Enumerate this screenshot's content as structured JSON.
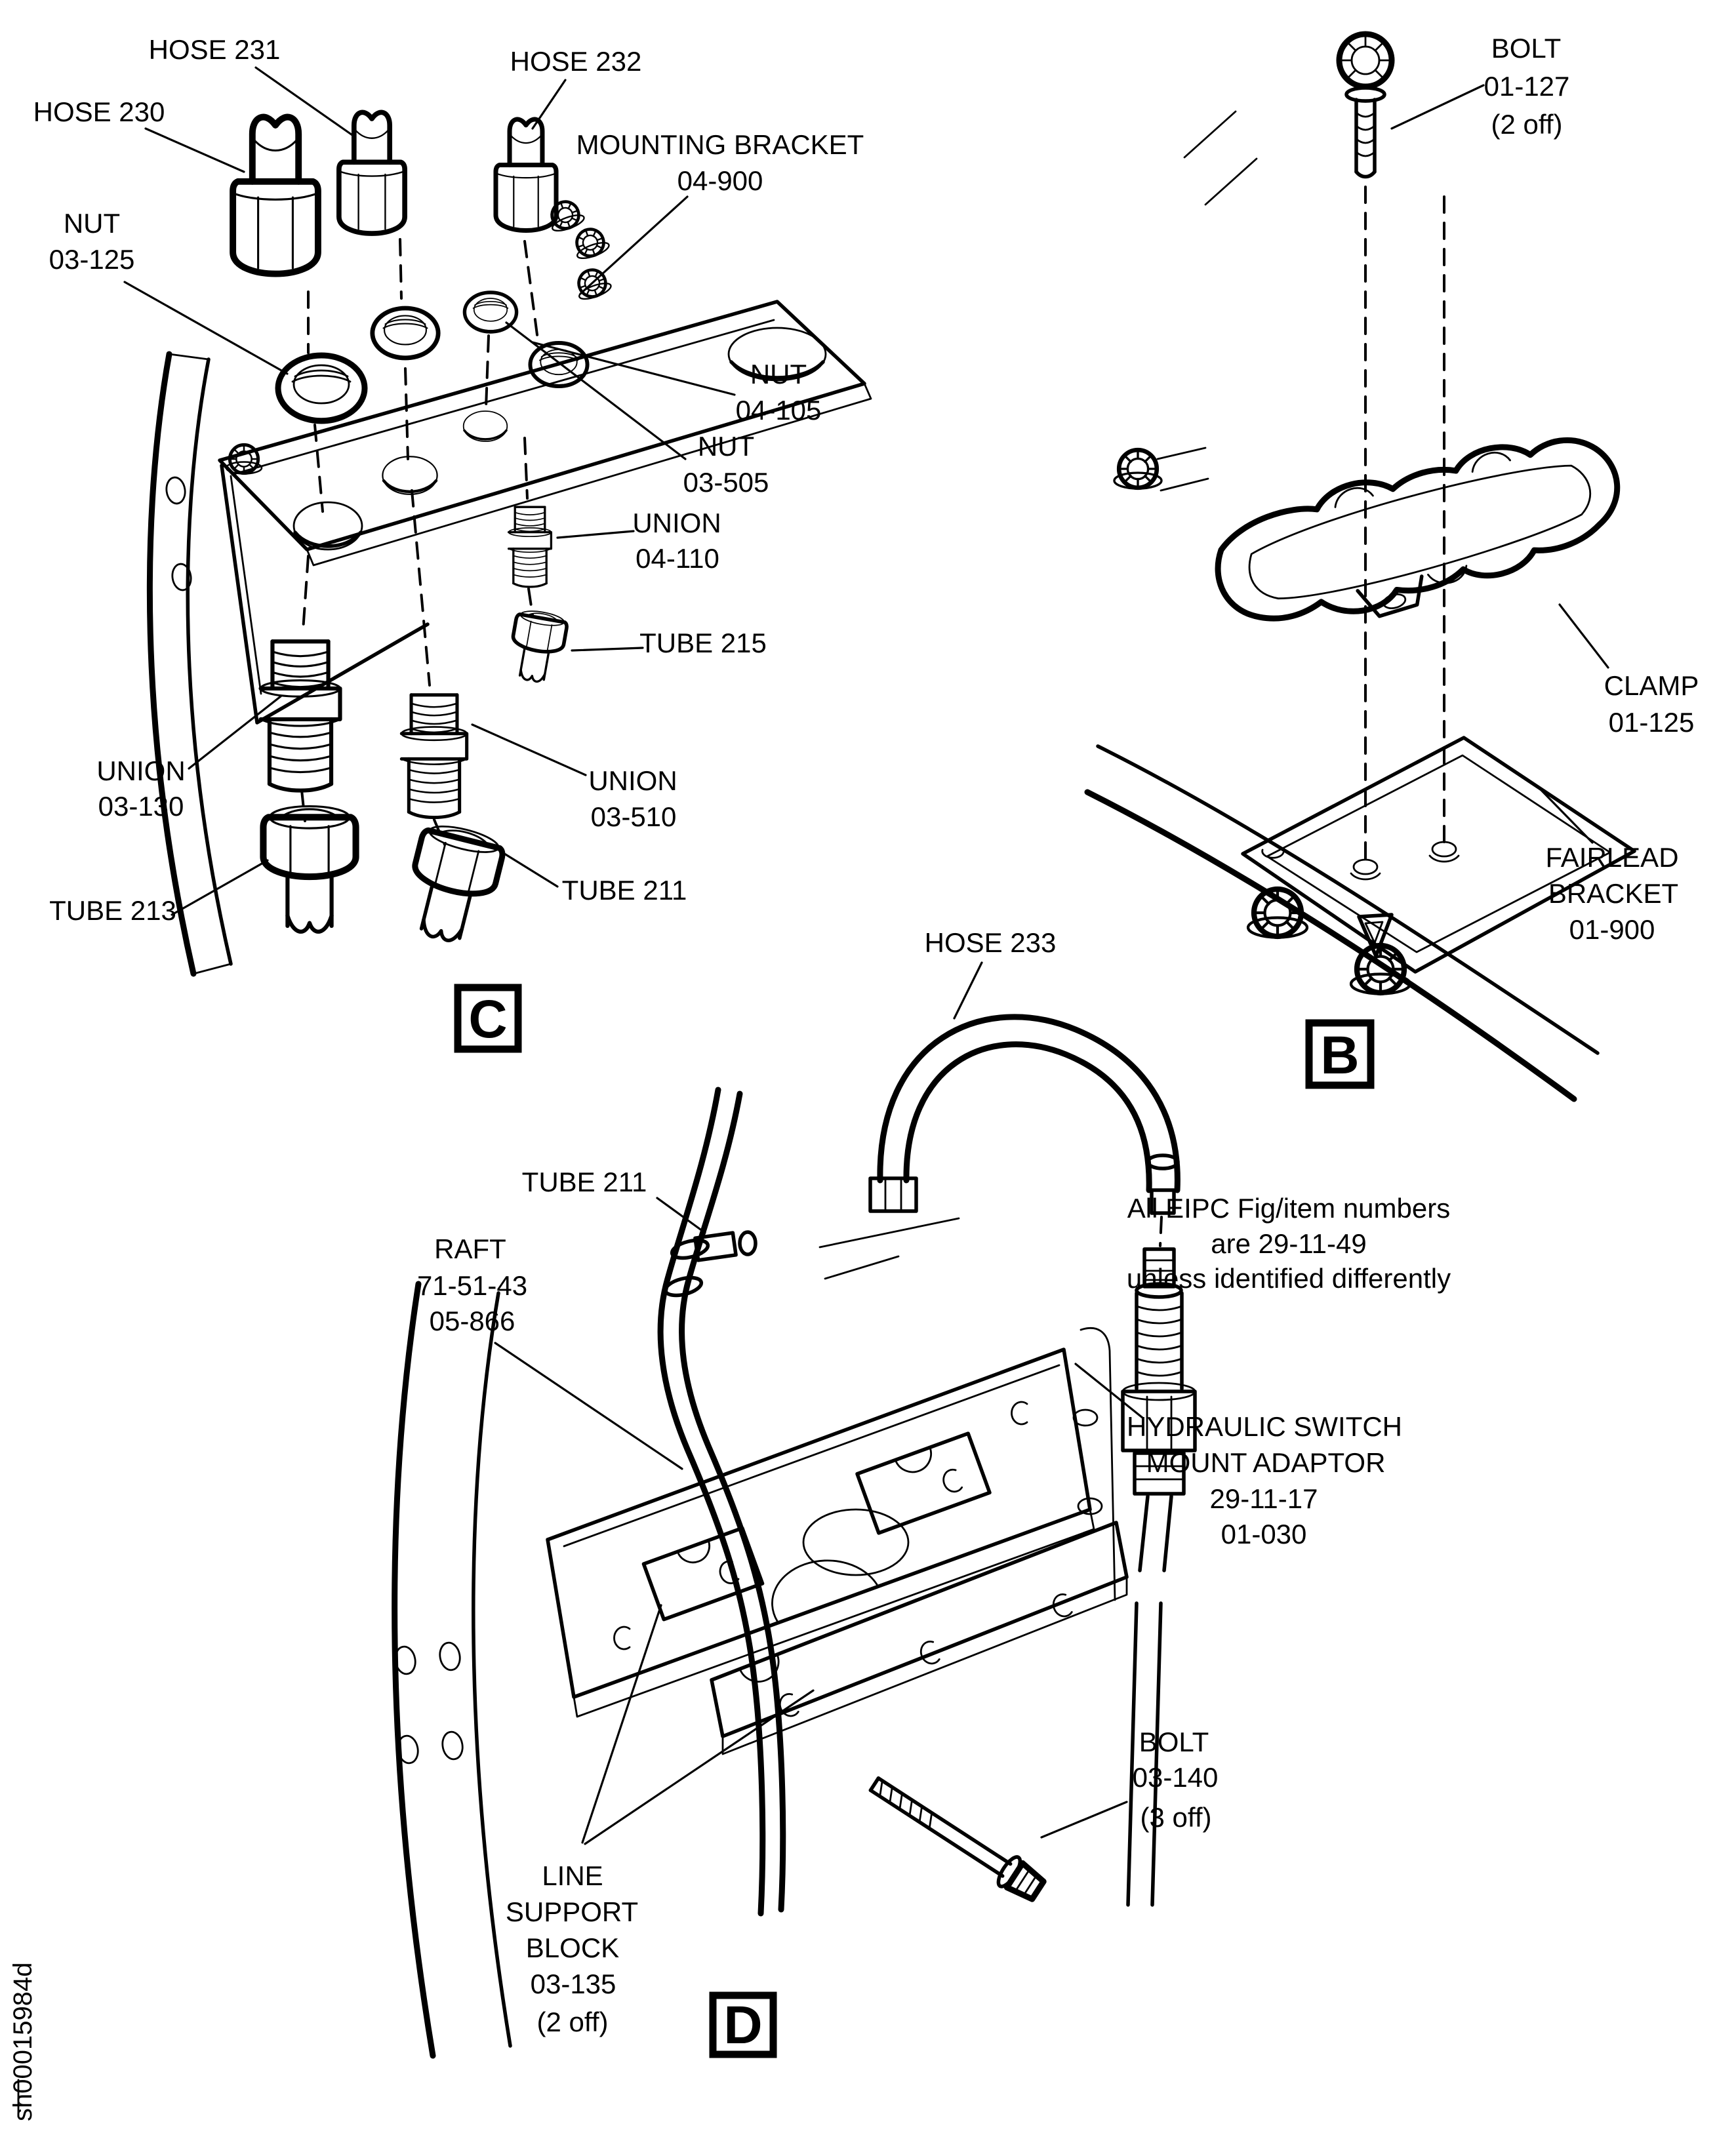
{
  "page": {
    "background": "#ffffff",
    "ink": "#000000"
  },
  "drawing_id": "sh00015984d",
  "note": {
    "line1": "All EIPC Fig/item numbers",
    "line2": "are 29-11-49",
    "line3": "unless identified differently"
  },
  "panels": {
    "c": "C",
    "b": "B",
    "d": "D"
  },
  "section_c": {
    "labels": {
      "hose_230": "HOSE 230",
      "hose_231": "HOSE 231",
      "hose_232": "HOSE 232",
      "mounting_bracket_1": "MOUNTING BRACKET",
      "mounting_bracket_2": "04-900",
      "nut_03_125_1": "NUT",
      "nut_03_125_2": "03-125",
      "nut_04_105_1": "NUT",
      "nut_04_105_2": "04-105",
      "nut_03_505_1": "NUT",
      "nut_03_505_2": "03-505",
      "union_04_110_1": "UNION",
      "union_04_110_2": "04-110",
      "tube_215": "TUBE 215",
      "union_03_130_1": "UNION",
      "union_03_130_2": "03-130",
      "union_03_510_1": "UNION",
      "union_03_510_2": "03-510",
      "tube_211": "TUBE 211",
      "tube_213": "TUBE 213"
    }
  },
  "section_b": {
    "labels": {
      "bolt_1": "BOLT",
      "bolt_2": "01-127",
      "bolt_3": "(2 off)",
      "clamp_1": "CLAMP",
      "clamp_2": "01-125",
      "fairlead_1": "FAIRLEAD",
      "fairlead_2": "BRACKET",
      "fairlead_3": "01-900"
    }
  },
  "section_d": {
    "labels": {
      "hose_233": "HOSE 233",
      "tube_211": "TUBE 211",
      "raft_1": "RAFT",
      "raft_2": "71-51-43",
      "raft_3": "05-866",
      "hsma_1": "HYDRAULIC SWITCH",
      "hsma_2": "MOUNT ADAPTOR",
      "hsma_3": "29-11-17",
      "hsma_4": "01-030",
      "bolt_1": "BOLT",
      "bolt_2": "03-140",
      "bolt_3": "(3 off)",
      "lsb_1": "LINE",
      "lsb_2": "SUPPORT",
      "lsb_3": "BLOCK",
      "lsb_4": "03-135",
      "lsb_5": "(2 off)"
    }
  }
}
